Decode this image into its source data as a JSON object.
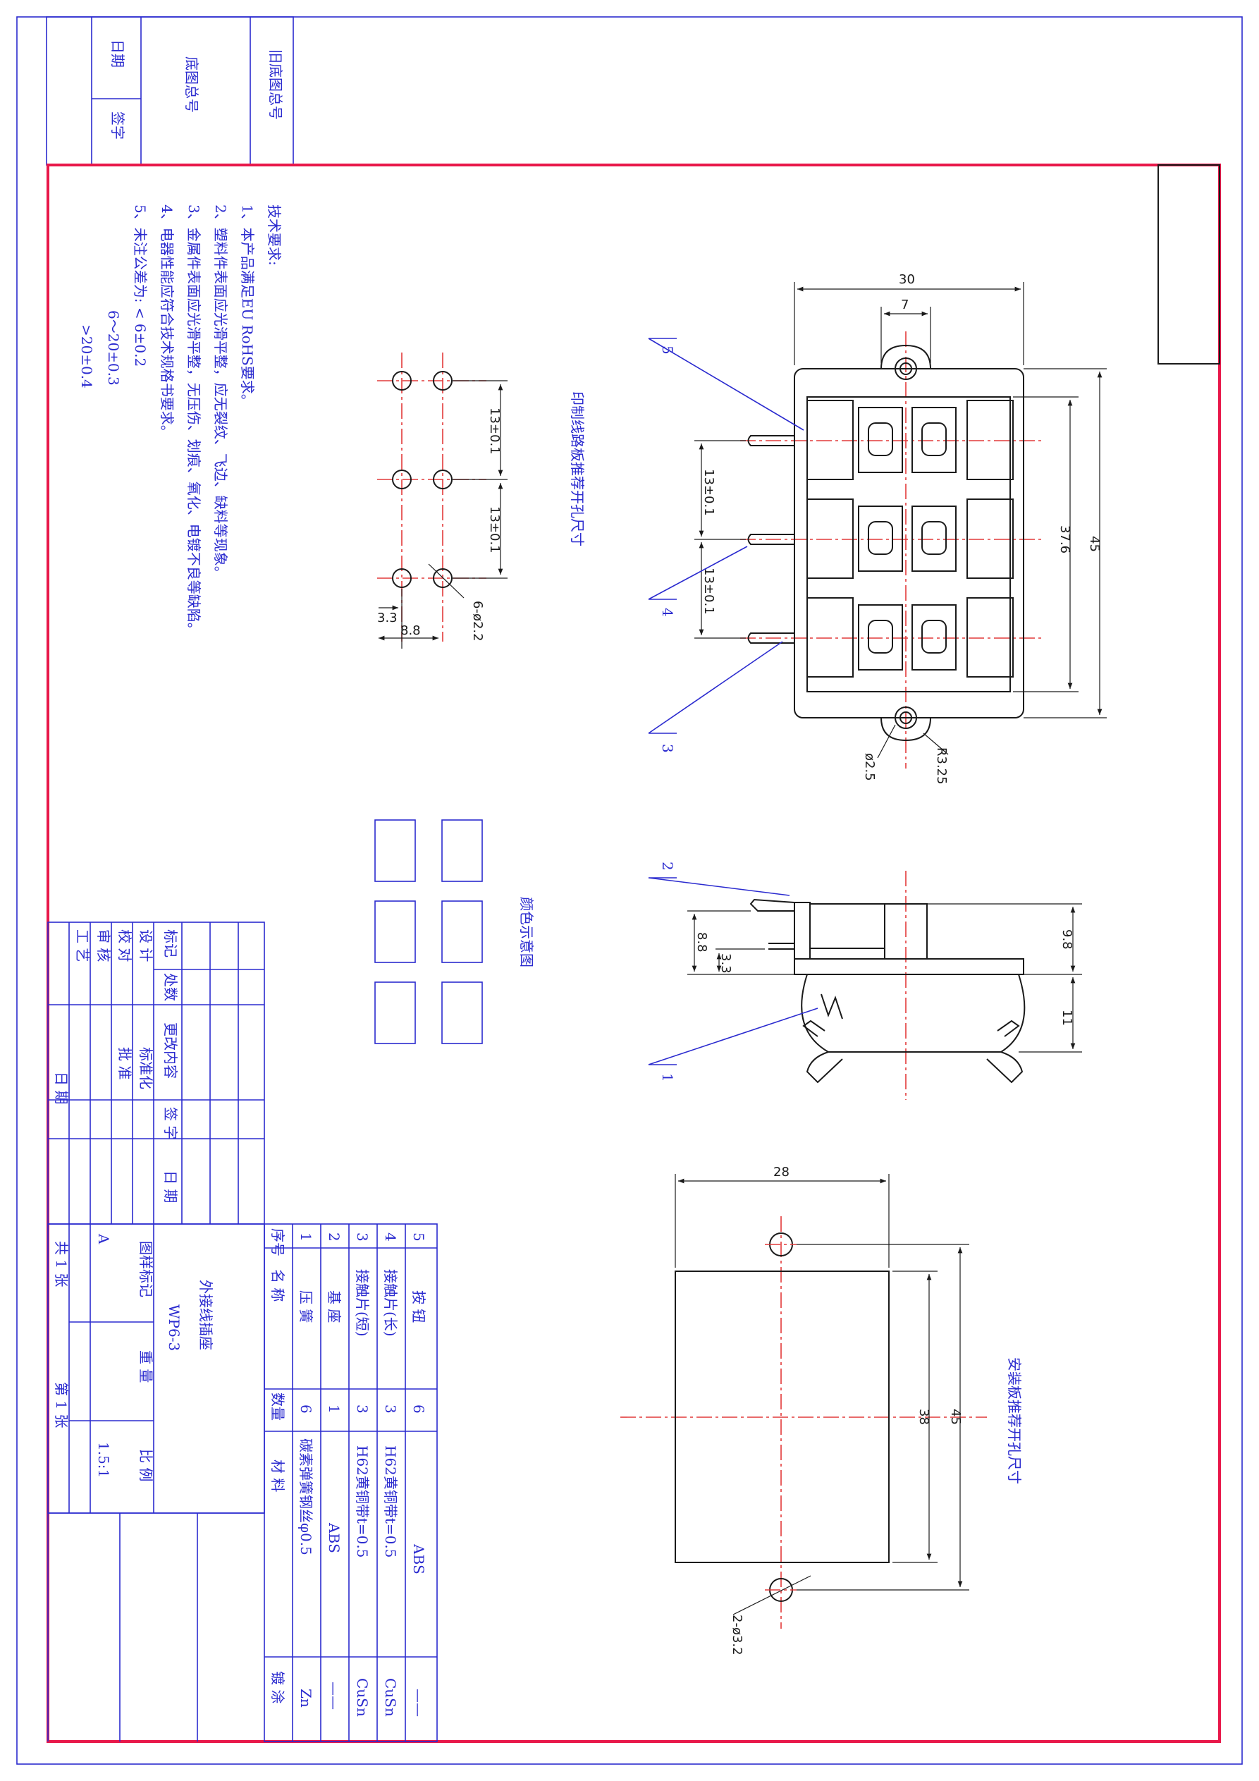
{
  "colors": {
    "frame": "#e8184a",
    "ink": "#2b2bcf",
    "outline": "#1a1a1a",
    "center": "#e23a3a",
    "accent": "#2b2bcf"
  },
  "side_box": {
    "old_no": "旧底图总号",
    "base_no": "底图总号",
    "date": "日期",
    "sign": "签字"
  },
  "tech_requirements": {
    "title": "技术要求:",
    "items": [
      "1、本产品满足EU RoHS要求。",
      "2、塑料件表面应光滑平整，应无裂纹、飞边、缺料等现象。",
      "3、金属件表面应光滑平整，无压伤、划痕、氧化、电镀不良等缺陷。",
      "4、电器性能应符合技术规格书要求。",
      "5、未注公差为: < 6±0.2"
    ],
    "tol_2": "6～20±0.3",
    "tol_3": ">20±0.4"
  },
  "pcb_view": {
    "title": "印制线路板推荐开孔尺寸",
    "dim_pitch_1": "13±0.1",
    "dim_pitch_2": "13±0.1",
    "dim_33": "3.3",
    "dim_88": "8.8",
    "dim_holes": "6-ø2.2"
  },
  "front_view": {
    "dim_30": "30",
    "dim_7": "7",
    "dim_376": "37.6",
    "dim_45": "45",
    "dim_pitch_1": "13±0.1",
    "dim_pitch_2": "13±0.1",
    "dim_hole": "ø2.5",
    "dim_radius": "R3.25",
    "callouts": [
      "5",
      "4",
      "3"
    ]
  },
  "color_view": {
    "title": "颜色示意图"
  },
  "side_view": {
    "dim_88": "8.8",
    "dim_33": "3.3",
    "dim_98": "9.8",
    "dim_11": "11",
    "callouts": [
      "2",
      "1"
    ]
  },
  "mount_view": {
    "title": "安装板推荐开孔尺寸",
    "dim_28": "28",
    "dim_38": "38",
    "dim_45": "45",
    "dim_holes": "2-ø3.2"
  },
  "revision_block": {
    "h_mark": "标记",
    "h_count": "处数",
    "h_change": "更改内容",
    "h_sign": "签  字",
    "h_date": "日  期",
    "design": "设  计",
    "check": "校  对",
    "review": "审  核",
    "process": "工  艺",
    "standard": "标准化",
    "approve": "批  准",
    "date": "日  期"
  },
  "title_block": {
    "code": "WP6-3",
    "name": "外接线插座",
    "chart_mark": "图样标记",
    "weight": "重  量",
    "scale": "比  例",
    "mark_value": "A",
    "scale_value": "1.5:1",
    "total_sheets": "共    1    张",
    "sheet_no": "第    1    张"
  },
  "bom": {
    "headers": {
      "no": "序号",
      "name": "名      称",
      "qty": "数量",
      "material": "材      料",
      "plating": "镀  涂"
    },
    "rows": [
      {
        "no": "5",
        "name": "按      钮",
        "qty": "6",
        "material": "ABS",
        "plating": "——"
      },
      {
        "no": "4",
        "name": "接触片(长)",
        "qty": "3",
        "material": "H62黄铜带t=0.5",
        "plating": "CuSn"
      },
      {
        "no": "3",
        "name": "接触片(短)",
        "qty": "3",
        "material": "H62黄铜带t=0.5",
        "plating": "CuSn"
      },
      {
        "no": "2",
        "name": "基      座",
        "qty": "1",
        "material": "ABS",
        "plating": "——"
      },
      {
        "no": "1",
        "name": "压      簧",
        "qty": "6",
        "material": "碳素弹簧钢丝φ0.5",
        "plating": "Zn"
      }
    ]
  }
}
